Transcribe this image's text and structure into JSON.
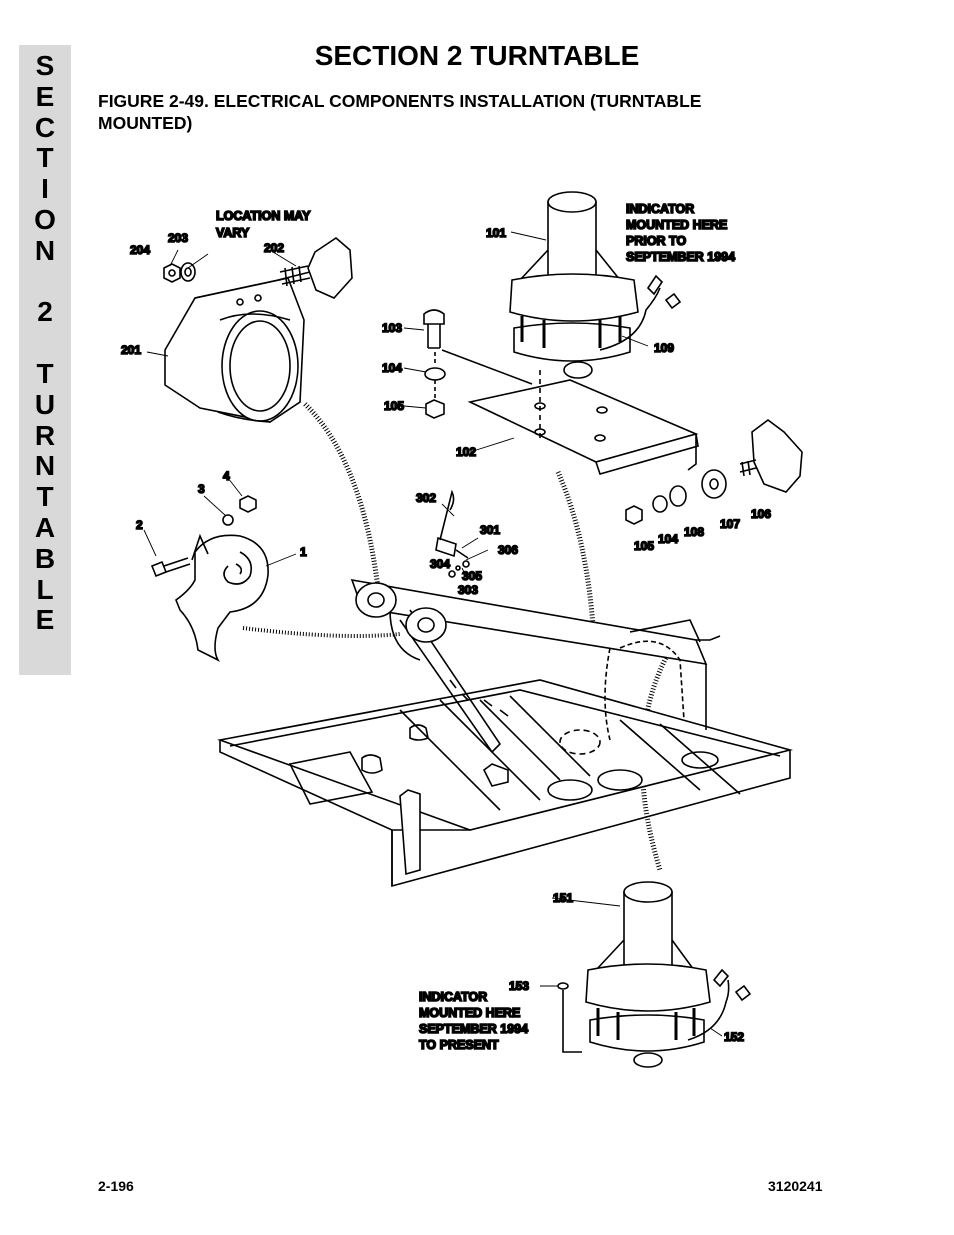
{
  "side_tab": {
    "letters": [
      "S",
      "E",
      "C",
      "T",
      "I",
      "O",
      "N",
      "",
      "2",
      "",
      "T",
      "U",
      "R",
      "N",
      "T",
      "A",
      "B",
      "L",
      "E"
    ]
  },
  "section_title": "SECTION 2  TURNTABLE",
  "figure_title_line1": "FIGURE 2-49.  ELECTRICAL COMPONENTS INSTALLATION (TURNTABLE",
  "figure_title_line2": "MOUNTED)",
  "notes": {
    "location": [
      "LOCATION MAY",
      "VARY"
    ],
    "indicator_prior": [
      "INDICATOR",
      "MOUNTED HERE",
      "PRIOR TO",
      "SEPTEMBER 1994"
    ],
    "indicator_present": [
      "INDICATOR",
      "MOUNTED HERE",
      "SEPTEMBER 1994",
      "TO PRESENT"
    ]
  },
  "part_labels": {
    "p1": "1",
    "p2": "2",
    "p3": "3",
    "p4": "4",
    "p101": "101",
    "p102": "102",
    "p103": "103",
    "p104": "104",
    "p105": "105",
    "p104b": "104",
    "p105b": "105",
    "p106": "106",
    "p107": "107",
    "p108": "108",
    "p109": "109",
    "p151": "151",
    "p152": "152",
    "p153": "153",
    "p201": "201",
    "p202": "202",
    "p203": "203",
    "p204": "204",
    "p301": "301",
    "p302": "302",
    "p303": "303",
    "p304": "304",
    "p305": "305",
    "p306": "306"
  },
  "footer": {
    "page_number": "2-196",
    "doc_number": "3120241"
  }
}
